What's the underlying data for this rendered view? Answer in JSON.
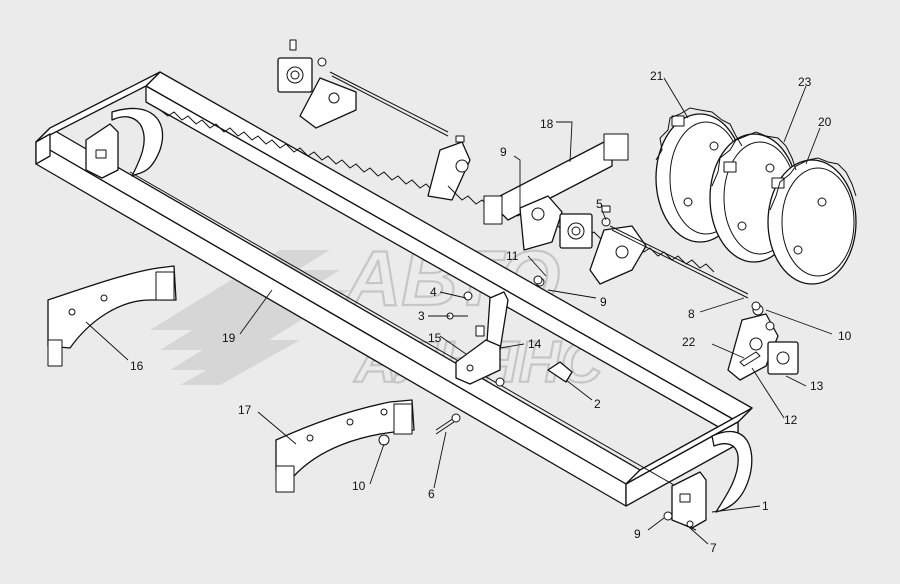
{
  "watermark": {
    "line1": "АВТО",
    "line2": "АЛЬЯНС"
  },
  "callouts": [
    {
      "id": "c1",
      "label": "1"
    },
    {
      "id": "c2",
      "label": "2"
    },
    {
      "id": "c3",
      "label": "3"
    },
    {
      "id": "c4",
      "label": "4"
    },
    {
      "id": "c5",
      "label": "5"
    },
    {
      "id": "c6",
      "label": "6"
    },
    {
      "id": "c7",
      "label": "7"
    },
    {
      "id": "c8",
      "label": "8"
    },
    {
      "id": "c9a",
      "label": "9"
    },
    {
      "id": "c9b",
      "label": "9"
    },
    {
      "id": "c9c",
      "label": "9"
    },
    {
      "id": "c10a",
      "label": "10"
    },
    {
      "id": "c10b",
      "label": "10"
    },
    {
      "id": "c11",
      "label": "11"
    },
    {
      "id": "c12",
      "label": "12"
    },
    {
      "id": "c13",
      "label": "13"
    },
    {
      "id": "c14",
      "label": "14"
    },
    {
      "id": "c15",
      "label": "15"
    },
    {
      "id": "c16",
      "label": "16"
    },
    {
      "id": "c17",
      "label": "17"
    },
    {
      "id": "c18",
      "label": "18"
    },
    {
      "id": "c19",
      "label": "19"
    },
    {
      "id": "c20",
      "label": "20"
    },
    {
      "id": "c21",
      "label": "21"
    },
    {
      "id": "c22",
      "label": "22"
    },
    {
      "id": "c23",
      "label": "23"
    }
  ],
  "colors": {
    "background": "#ebebeb",
    "line": "#111111",
    "watermark": "#c9c9c9"
  }
}
